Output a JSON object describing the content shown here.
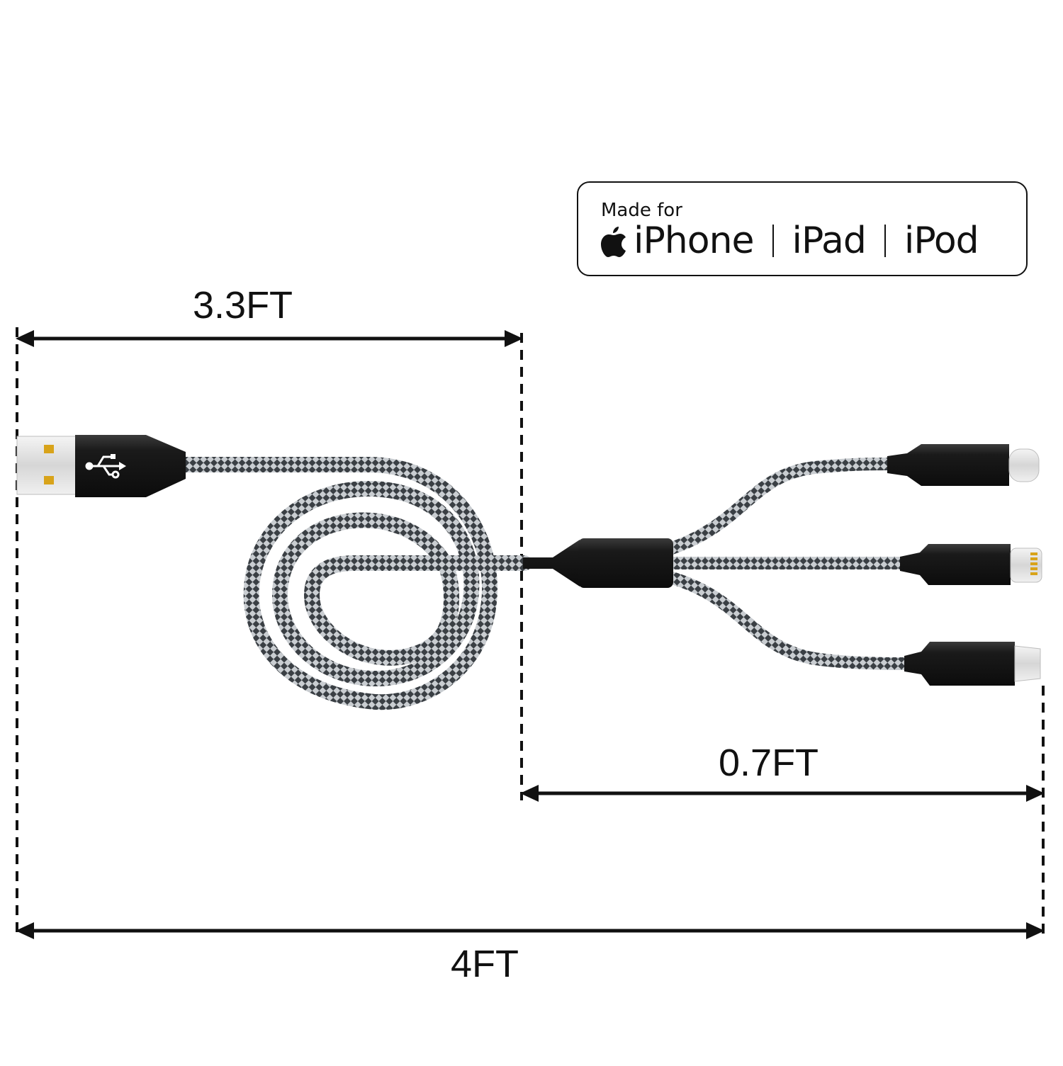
{
  "dimensions": {
    "main_cable": "3.3FT",
    "split_cable": "0.7FT",
    "total_length": "4FT"
  },
  "badge": {
    "made_for": "Made for",
    "devices": [
      "iPhone",
      "iPad",
      "iPod"
    ]
  },
  "connectors": {
    "input": "USB-A",
    "outputs": [
      "USB-C",
      "Lightning",
      "Micro-USB"
    ]
  },
  "colors": {
    "connector_body": "#1a1a1a",
    "braid_dark": "#3a3f44",
    "braid_light": "#c9cdd1",
    "usb_pin": "#d8a31a"
  },
  "icons": [
    "usb-icon",
    "apple-logo-icon"
  ]
}
